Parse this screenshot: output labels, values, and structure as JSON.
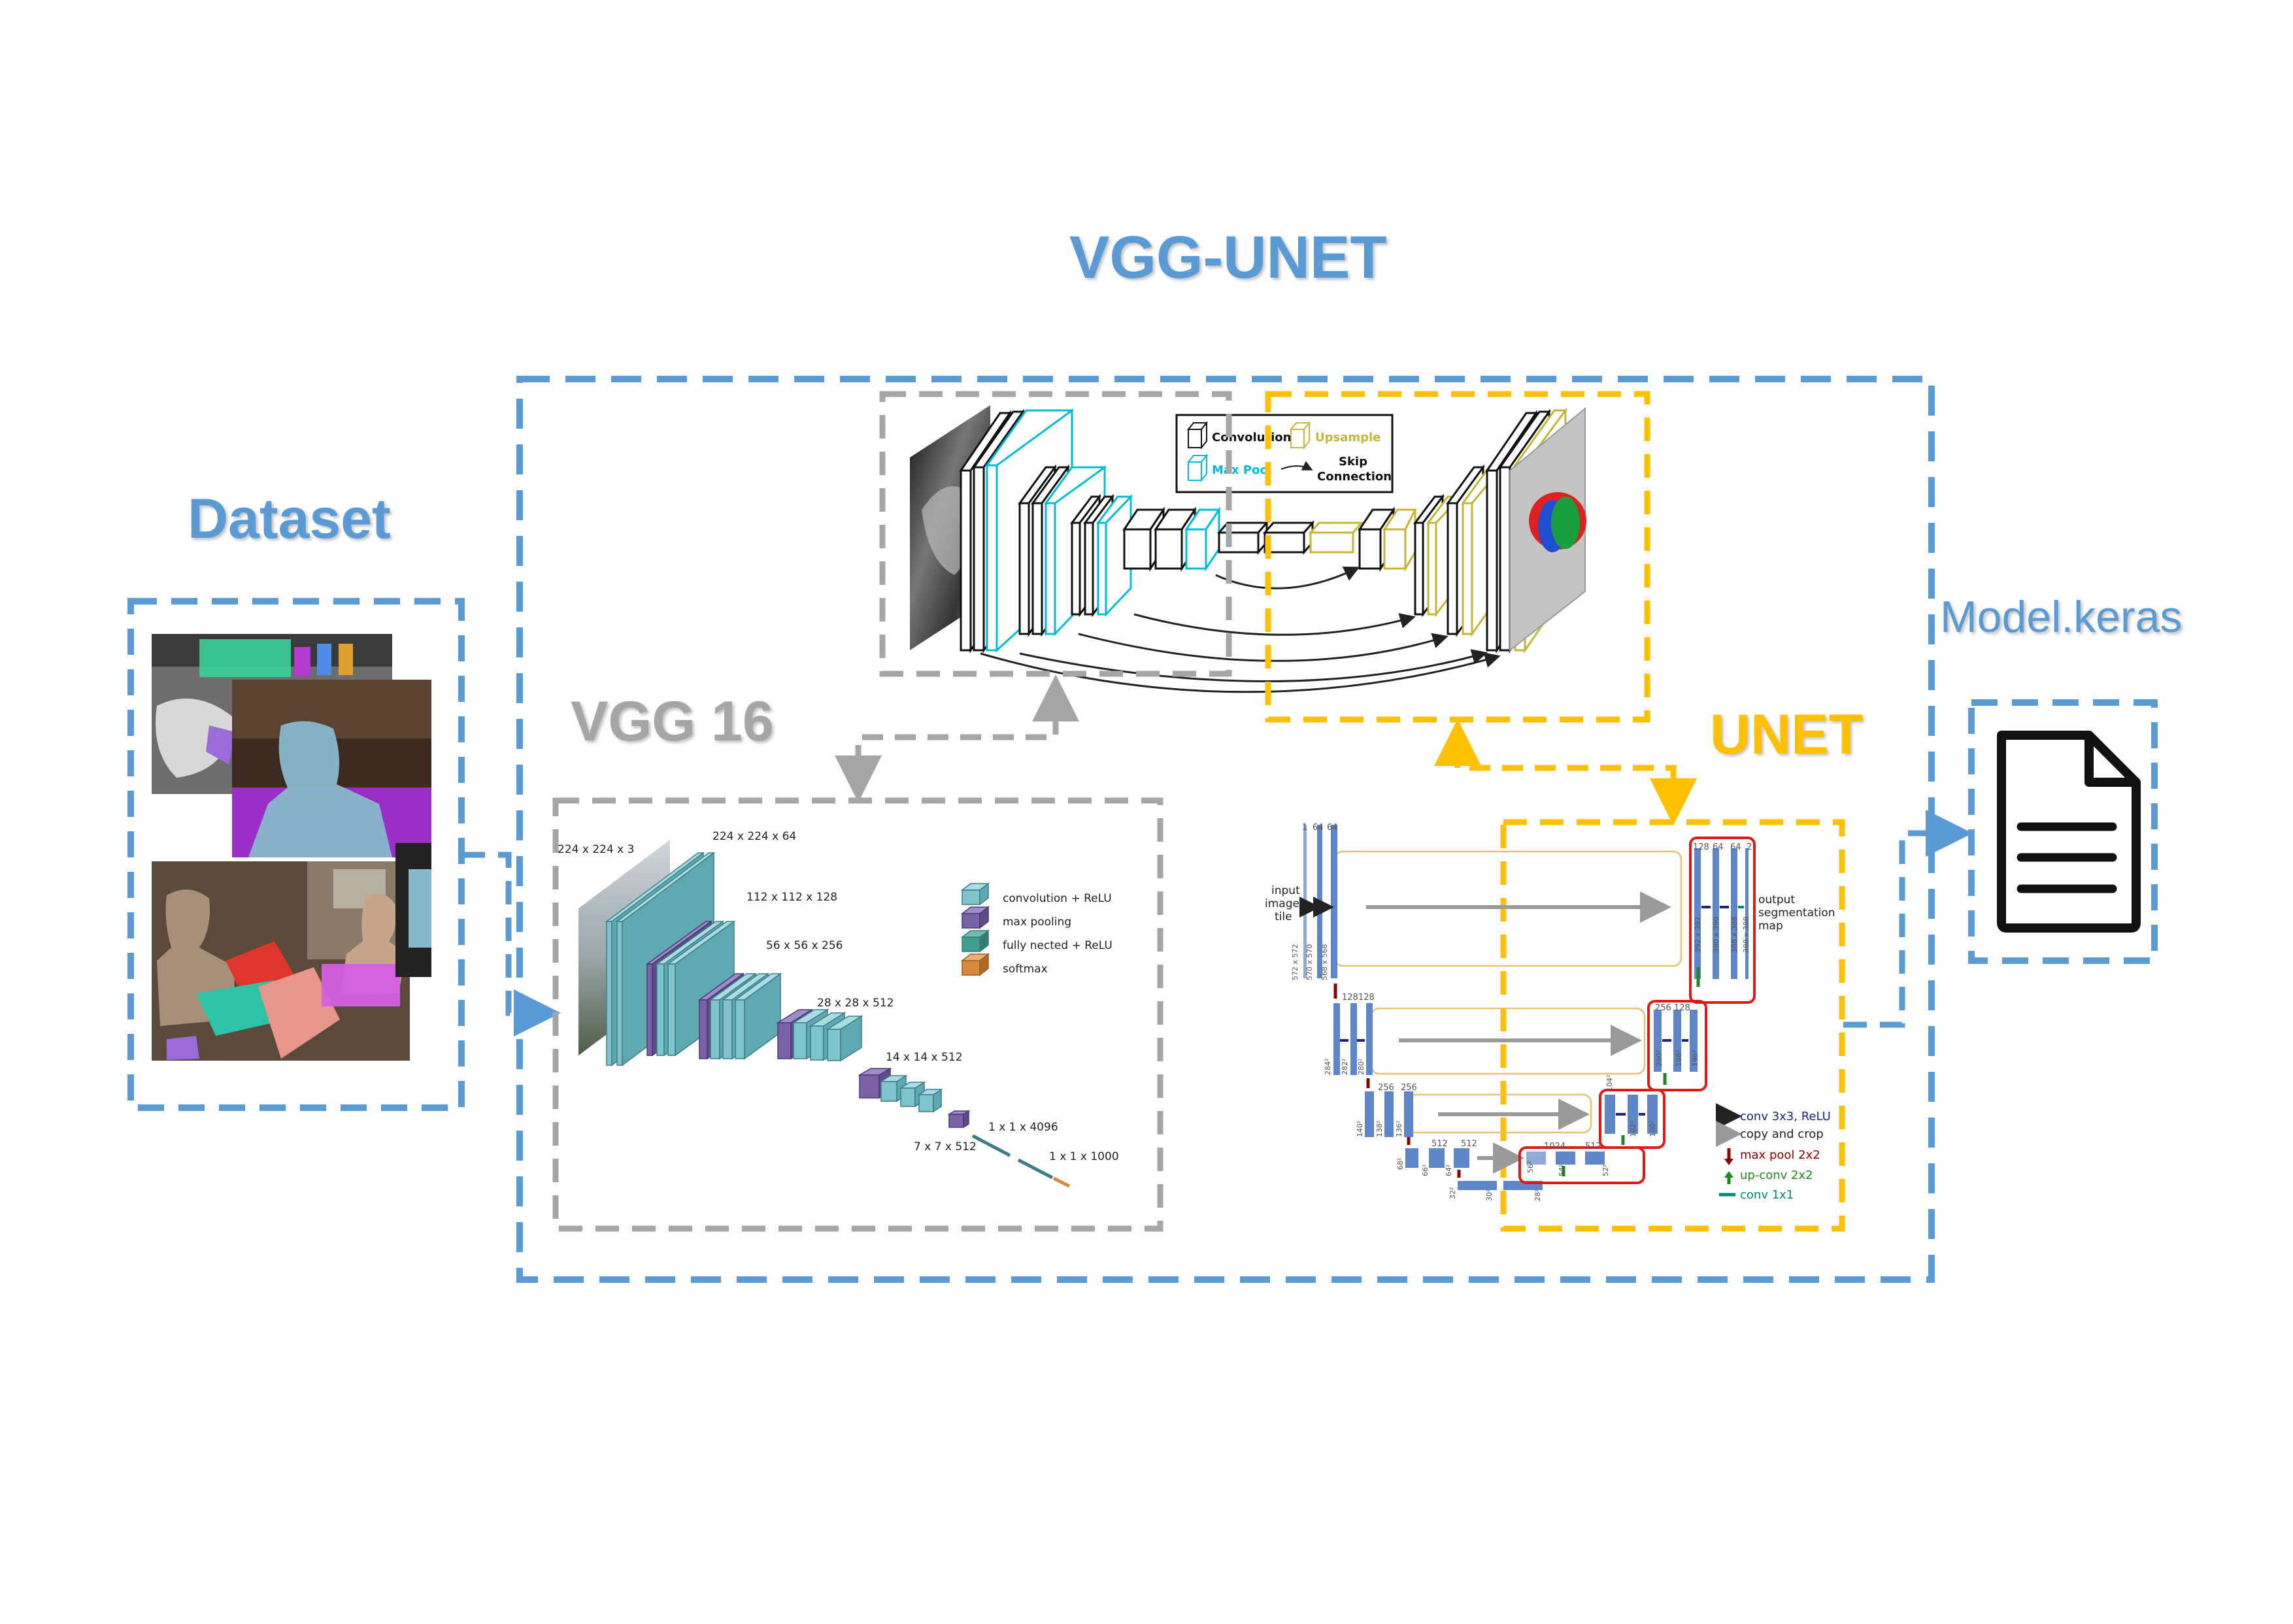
{
  "titles": {
    "main": "VGG-UNET",
    "dataset": "Dataset",
    "model": "Model.keras",
    "vgg": "VGG 16",
    "unet": "UNET"
  },
  "colors": {
    "blue": "#5B9BD5",
    "gray": "#A6A6A6",
    "yellow": "#FFC000",
    "teal": "#7FC4CC",
    "purple": "#7B62A8",
    "orange": "#D8893B",
    "red": "#E01818"
  },
  "icons": [
    "document-icon"
  ],
  "segnet_legend": {
    "convolution": "Convolution",
    "upsample": "Upsample",
    "maxpool": "Max Pool",
    "skip1": "Skip",
    "skip2": "Connection"
  },
  "vgg16": {
    "layer_labels": [
      "224 x 224 x 3",
      "224 x 224 x 64",
      "112 x 112 x 128",
      "56 x 56 x 256",
      "28 x 28 x 512",
      "14 x 14 x 512",
      "7 x 7 x 512",
      "1 x 1 x 4096",
      "1 x 1 x 1000"
    ],
    "legend": [
      "convolution + ReLU",
      "max pooling",
      "fully nected + ReLU",
      "softmax"
    ]
  },
  "unet": {
    "input_label": [
      "input",
      "image",
      "tile"
    ],
    "output_label": [
      "output",
      "segmentation",
      "map"
    ],
    "channel_labels": [
      "1",
      "64",
      "64",
      "128",
      "128",
      "256",
      "256",
      "512",
      "512",
      "1024",
      "512",
      "256",
      "128",
      "128",
      "64",
      "64",
      "2"
    ],
    "size_labels": [
      "572 x 572",
      "570 x 570",
      "568 x 568",
      "284²",
      "282²",
      "280²",
      "140²",
      "138²",
      "136²",
      "68²",
      "66²",
      "64²",
      "32²",
      "30²",
      "28²",
      "56²",
      "54²",
      "52²",
      "104²",
      "102²",
      "100²",
      "200²",
      "198²",
      "196²",
      "392 x 392",
      "390 x 390",
      "388 x 388",
      "388 x 388"
    ],
    "legend": [
      "conv 3x3, ReLU",
      "copy and crop",
      "max pool 2x2",
      "up-conv 2x2",
      "conv 1x1"
    ]
  }
}
